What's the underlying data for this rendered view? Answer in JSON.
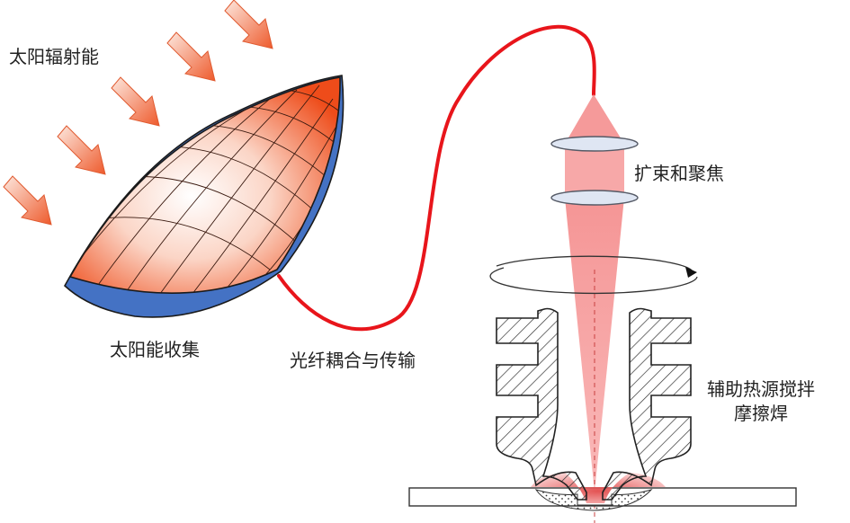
{
  "labels": {
    "solar_radiation": "太阳辐射能",
    "solar_collection": "太阳能收集",
    "fiber_coupling": "光纤耦合与传输",
    "beam_expand_focus": "扩束和聚焦",
    "fsw_line1": "辅助热源搅拌",
    "fsw_line2": "摩擦焊"
  },
  "colors": {
    "arrow_start": "#fde6dc",
    "arrow_end": "#ee5a2c",
    "dish_outer": "#4472c4",
    "dish_inner_hot": "#ee4c1a",
    "fiber": "#e8151b",
    "beam": "#f7a3a3",
    "lens": "#dfe6f3",
    "hatch": "#333333",
    "weld_zone": "#f29b9b"
  }
}
